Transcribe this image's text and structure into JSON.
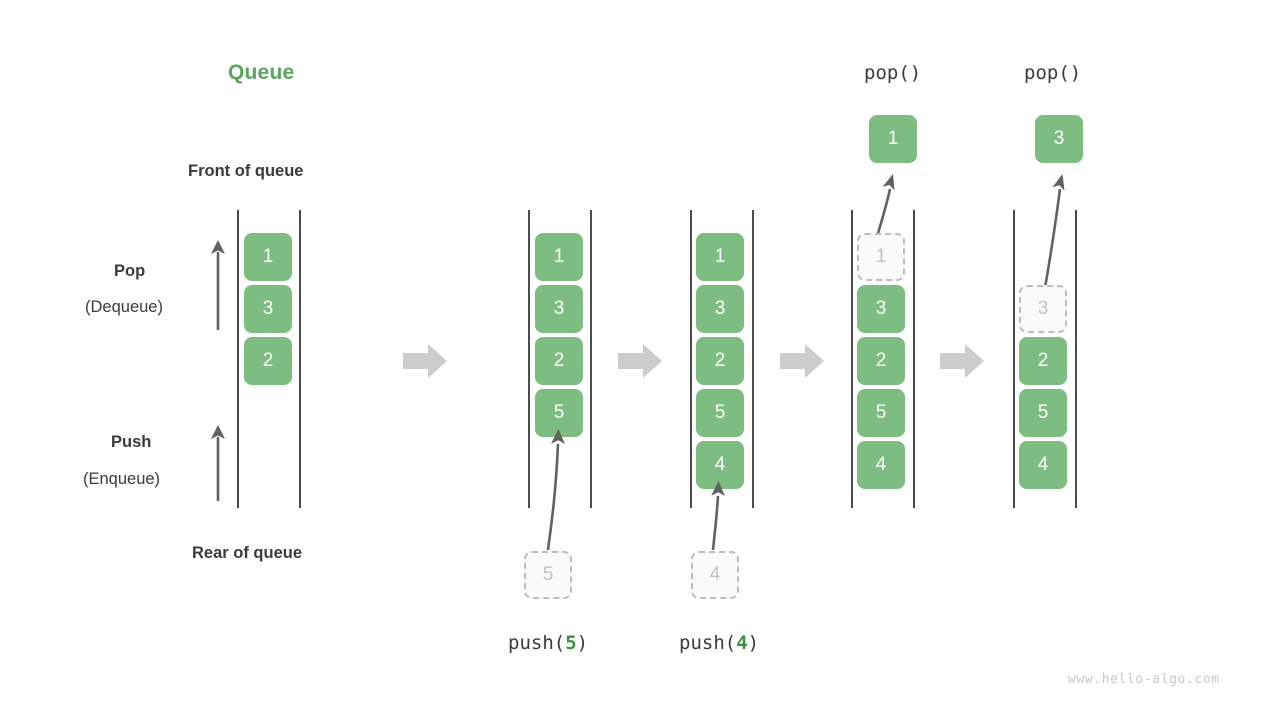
{
  "diagram": {
    "title": "Queue",
    "front_label": "Front of queue",
    "rear_label": "Rear of queue",
    "pop_label": "Pop",
    "pop_sub_label": "(Dequeue)",
    "push_label": "Push",
    "push_sub_label": "(Enqueue)",
    "watermark": "www.hello-algo.com",
    "colors": {
      "accent_green": "#59a65c",
      "cell_green": "#7ebd81",
      "ghost_border": "#bdbdbd",
      "ghost_fill": "#fafafa",
      "text_dark": "#3b3b3b",
      "rail": "#4c4c4c",
      "block_arrow": "#cccccc",
      "curve_arrow": "#616161",
      "watermark": "#c9c9c9"
    }
  },
  "steps": [
    {
      "id": "initial",
      "caption": "",
      "op_label": "",
      "cells": [
        {
          "value": "1",
          "state": "solid"
        },
        {
          "value": "3",
          "state": "solid"
        },
        {
          "value": "2",
          "state": "solid"
        }
      ],
      "incoming": null,
      "popped": null
    },
    {
      "id": "push-5",
      "caption_parts": {
        "prefix": "push(",
        "value": "5",
        "suffix": ")"
      },
      "cells": [
        {
          "value": "1",
          "state": "solid"
        },
        {
          "value": "3",
          "state": "solid"
        },
        {
          "value": "2",
          "state": "solid"
        },
        {
          "value": "5",
          "state": "solid"
        }
      ],
      "incoming": {
        "value": "5",
        "state": "ghost"
      },
      "popped": null
    },
    {
      "id": "push-4",
      "caption_parts": {
        "prefix": "push(",
        "value": "4",
        "suffix": ")"
      },
      "cells": [
        {
          "value": "1",
          "state": "solid"
        },
        {
          "value": "3",
          "state": "solid"
        },
        {
          "value": "2",
          "state": "solid"
        },
        {
          "value": "5",
          "state": "solid"
        },
        {
          "value": "4",
          "state": "solid"
        }
      ],
      "incoming": {
        "value": "4",
        "state": "ghost"
      },
      "popped": null
    },
    {
      "id": "pop-1",
      "op_label": "pop()",
      "cells": [
        {
          "value": "1",
          "state": "ghost"
        },
        {
          "value": "3",
          "state": "solid"
        },
        {
          "value": "2",
          "state": "solid"
        },
        {
          "value": "5",
          "state": "solid"
        },
        {
          "value": "4",
          "state": "solid"
        }
      ],
      "incoming": null,
      "popped": {
        "value": "1",
        "state": "solid"
      }
    },
    {
      "id": "pop-3",
      "op_label": "pop()",
      "cells": [
        {
          "value": "",
          "state": "empty"
        },
        {
          "value": "3",
          "state": "ghost"
        },
        {
          "value": "2",
          "state": "solid"
        },
        {
          "value": "5",
          "state": "solid"
        },
        {
          "value": "4",
          "state": "solid"
        }
      ],
      "incoming": null,
      "popped": {
        "value": "3",
        "state": "solid"
      }
    }
  ],
  "transitions": [
    {
      "name": "arrow-1"
    },
    {
      "name": "arrow-2"
    },
    {
      "name": "arrow-3"
    },
    {
      "name": "arrow-4"
    }
  ]
}
